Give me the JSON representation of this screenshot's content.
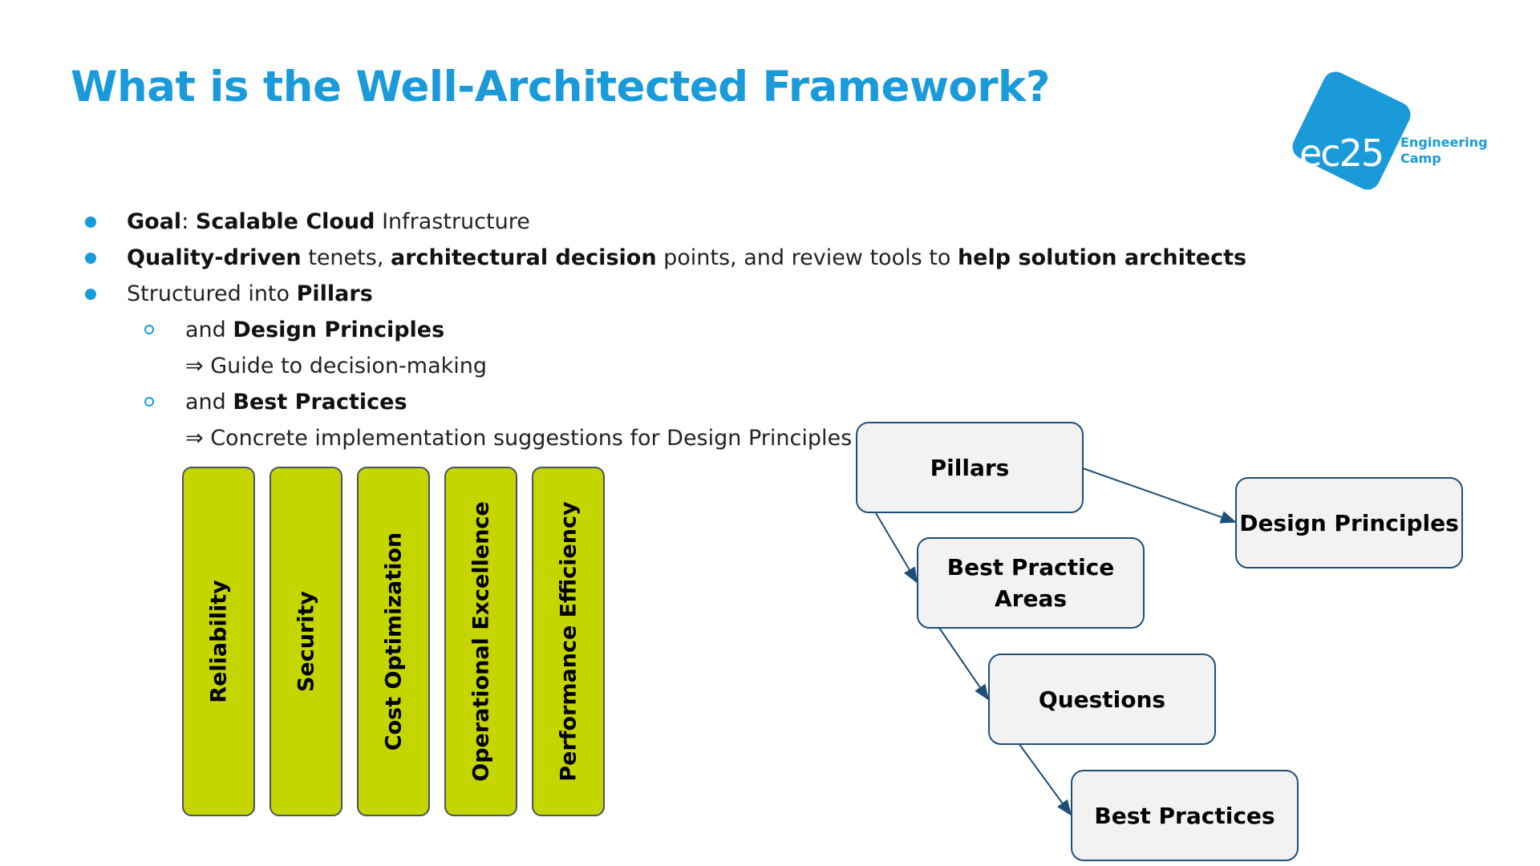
{
  "title": "What is the Well-Architected Framework?",
  "logo": {
    "mark": "ec25",
    "name": "Engineering\nCamp"
  },
  "bullets": {
    "b1": {
      "goal": "Goal",
      "colon": ": ",
      "scalable": "Scalable Cloud",
      "infra": " Infrastructure"
    },
    "b2": {
      "quality": "Quality-driven",
      "tenets": " tenets, ",
      "arch": "architectural decision",
      "points": " points, and review tools to ",
      "help": "help solution architects"
    },
    "b3": {
      "structured": "Structured into ",
      "pillars": "Pillars"
    },
    "s1": {
      "and": "and ",
      "design": "Design Principles"
    },
    "s1_note": "⇒ Guide to decision-making",
    "s2": {
      "and": "and ",
      "best": "Best Practices"
    },
    "s2_note": "⇒ Concrete implementation suggestions for Design Principles"
  },
  "pillars": [
    "Reliability",
    "Security",
    "Cost Optimization",
    "Operational Excellence",
    "Performance Efficiency"
  ],
  "flow": {
    "pillars": "Pillars",
    "design_principles": "Design Principles",
    "best_practice_areas": "Best Practice\nAreas",
    "questions": "Questions",
    "best_practices": "Best Practices"
  },
  "colors": {
    "accent": "#1a9ad9",
    "pillar_fill": "#c5d500",
    "box_border": "#1f4e79",
    "box_fill": "#f2f2f2"
  }
}
